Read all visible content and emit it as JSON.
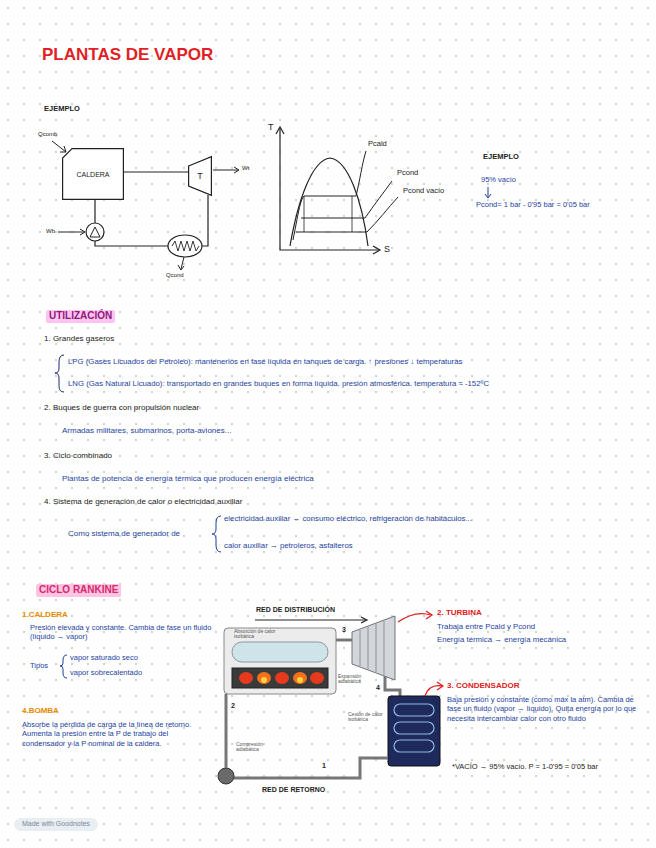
{
  "diagram": {
    "title": "PLANTAS DE VAPOR",
    "nodes": [
      {
        "text": [
          "CALDERA"
        ]
      },
      {
        "text": [
          "T"
        ]
      }
    ],
    "edges": [
      {
        "from": 0,
        "to": 1,
        "arrow": "none"
      }
    ],
    "labels": [
      "EJEMPLO",
      "Qcomb",
      "Wt",
      "Wb",
      "Qcond",
      "T",
      "S",
      "Pcald",
      "Pcond",
      "Pcond vacío",
      "EJEMPLO",
      "95% vacío",
      "Pcond= 1 bar - 0'95 bar = 0'05 bar",
      "UTILIZACIÓN",
      "1. Grandes gaseros",
      "LPG (Gases Licuados del Petróleo): mantenerlos en fase líquida en tanques de carga. ↑ presiones ↓ temperaturas",
      "LNG (Gas Natural Licuado): transportado en grandes buques en forma líquida. presión atmosférica. temperatura ≈ -152ºC",
      "2. Buques de guerra con propulsión nuclear",
      "Armadas militares, submarinos, porta-aviones...",
      "3. Ciclo combinado",
      "Plantas de potencia de energía térmica que producen energía eléctrica",
      "4. Sistema de generación de calor o electricidad auxiliar",
      "Como sistema de generador de",
      "electricidad auxiliar → consumo eléctrico, refrigeración de habitáculos...",
      "calor auxiliar → petroleros, asfalteros",
      "CICLO RANKINE",
      "1.CALDERA",
      "Presión elevada y constante. Cambia de fase un fluido (líquido → vapor)",
      "Tipos",
      "vapor saturado seco",
      "vapor sobrecalentado",
      "4.BOMBA",
      "Absorbe la pérdida de carga de la línea de retorno. Aumenta la presión entre la P de trabajo del condensador y la P nominal de la caldera.",
      "RED DE DISTRIBUCIÓN",
      "2. TURBINA",
      "Trabaja entre Pcald y Pcond",
      "Energía térmica → energía mecánica",
      "3. CONDENSADOR",
      "Baja presión y constante (como máx la atm). Cambia de fase un fluido (vapor → líquido). Quita energía por lo que necesita intercambiar calor con otro fluido",
      "*VACÍO → 95% vacío. P = 1-0'95 = 0'05 bar",
      "RED DE RETORNO",
      "Absorción de calor isobárica",
      "Expansión adiabática",
      "Cesión de calor isobárica",
      "Compresión adiabática",
      "1",
      "2",
      "3",
      "4",
      "Made with Goodnotes"
    ]
  }
}
